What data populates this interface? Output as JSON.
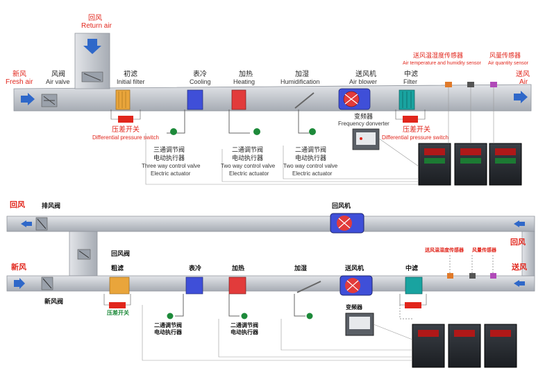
{
  "top": {
    "return_air_zh": "回风",
    "return_air_en": "Return air",
    "fresh_air_zh": "新风",
    "fresh_air_en": "Fresh air",
    "air_valve_zh": "风阀",
    "air_valve_en": "Air valve",
    "initial_filter_zh": "初滤",
    "initial_filter_en": "Initial filter",
    "cooling_zh": "表冷",
    "cooling_en": "Cooling",
    "heating_zh": "加热",
    "heating_en": "Heating",
    "humid_zh": "加湿",
    "humid_en": "Humidification",
    "blower_zh": "送风机",
    "blower_en": "Air blower",
    "filter_zh": "中滤",
    "filter_en": "Filter",
    "temp_sensor_zh": "送风温湿度传感器",
    "temp_sensor_en": "Air temperature and humidity sensor",
    "qty_sensor_zh": "风量传感器",
    "qty_sensor_en": "Air quantity sensor",
    "supply_zh": "送风",
    "supply_en": "Air",
    "freq_zh": "变频器",
    "freq_en": "Frequency donverter",
    "dps_zh": "压差开关",
    "dps_en": "Differential pressure switch",
    "dps2_zh": "压差开关",
    "dps2_en": "Differential pressure switch",
    "threeway_zh1": "三通调节阀",
    "threeway_zh2": "电动执行器",
    "threeway_en1": "Three way control valve",
    "threeway_en2": "Electric actuator",
    "twoway1_zh1": "二通调节阀",
    "twoway1_zh2": "电动执行器",
    "twoway1_en1": "Two way control valve",
    "twoway1_en2": "Electric actuator",
    "twoway2_zh1": "二通调节阀",
    "twoway2_zh2": "电动执行器",
    "twoway2_en1": "Two way control valve",
    "twoway2_en2": "Electric actuator"
  },
  "bottom": {
    "return_air": "回风",
    "exhaust_damper": "排风阀",
    "return_fan": "回风机",
    "return_damper": "回风阀",
    "return_air_right": "回风",
    "fresh_air": "新风",
    "coarse_filter": "粗滤",
    "cooling": "表冷",
    "heating": "加热",
    "humid": "加湿",
    "blower": "送风机",
    "mid_filter": "中滤",
    "supply_air": "送风",
    "fresh_damper": "新风阀",
    "dps": "压差开关",
    "freq": "变频器",
    "temp_sensor": "送风温湿度传感器",
    "qty_sensor": "风量传感器",
    "valve1_l1": "二通调节阀",
    "valve1_l2": "电动执行器",
    "valve2_l1": "二通调节阀",
    "valve2_l2": "电动执行器"
  },
  "colors": {
    "duct": "#c9ccd2",
    "duct_edge": "#8e939b",
    "filter": "#e9a53b",
    "cooling": "#3f4fd8",
    "heating": "#e23b3b",
    "filter2": "#19a3a0",
    "arrow": "#2f68c9",
    "accent": "#e1261c"
  }
}
